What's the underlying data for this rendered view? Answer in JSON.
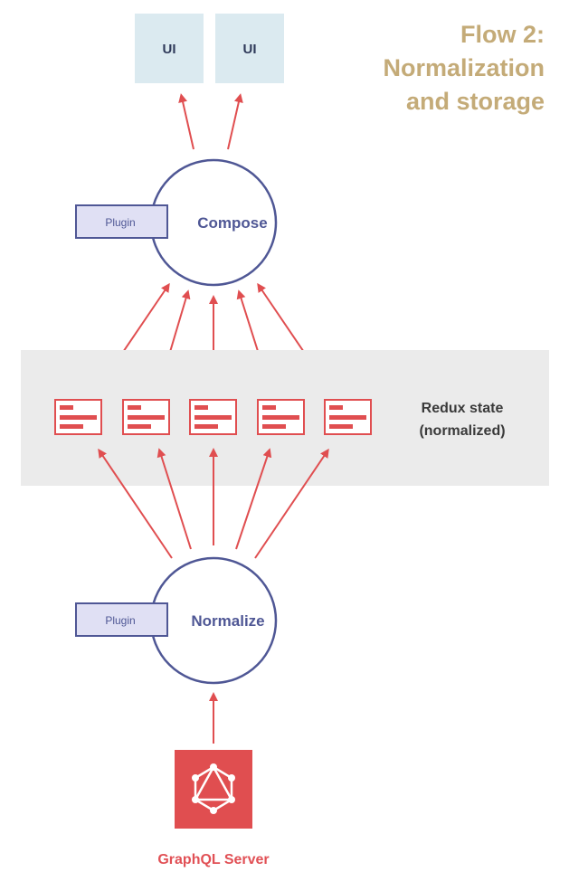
{
  "title": {
    "lines": [
      "Flow 2:",
      "Normalization",
      "and storage"
    ]
  },
  "ui_boxes": [
    {
      "label": "UI"
    },
    {
      "label": "UI"
    }
  ],
  "compose": {
    "label": "Compose",
    "plugin_label": "Plugin"
  },
  "normalize": {
    "label": "Normalize",
    "plugin_label": "Plugin"
  },
  "redux_state": {
    "lines": [
      "Redux state",
      "(normalized)"
    ],
    "document_count": 5
  },
  "server": {
    "label": "GraphQL Server",
    "icon": "graphql-logo-icon"
  },
  "colors": {
    "arrow": "#e04e50",
    "node_stroke": "#4f5795",
    "plugin_fill": "#e0e0f4",
    "ui_fill": "#dbeaf0",
    "state_band": "#ebebeb",
    "title": "#c4ab78",
    "server_fill": "#e04e50",
    "server_label": "#e15156"
  }
}
